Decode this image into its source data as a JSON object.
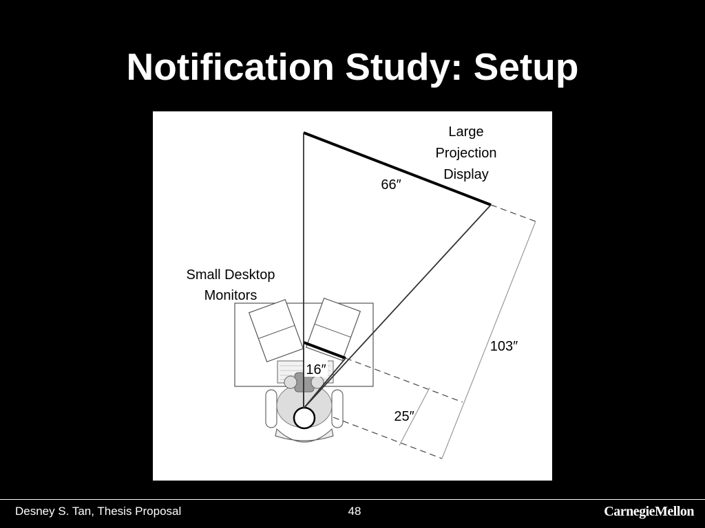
{
  "slide": {
    "title": "Notification Study: Setup"
  },
  "diagram": {
    "labels": {
      "large_display_line1": "Large",
      "large_display_line2": "Projection",
      "large_display_line3": "Display",
      "small_monitors_line1": "Small Desktop",
      "small_monitors_line2": "Monitors"
    },
    "measurements": {
      "large_display_width": "66″",
      "small_monitor_width": "16″",
      "distance_to_large_display": "103″",
      "distance_to_small_monitors": "25″"
    }
  },
  "footer": {
    "author": "Desney S. Tan, Thesis Proposal",
    "page_number": "48",
    "logo_text": "CarnegieMellon"
  }
}
